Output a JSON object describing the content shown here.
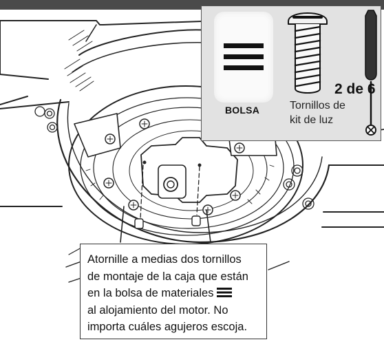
{
  "parts_panel": {
    "bag_label": "BOLSA",
    "count": "2 de 6",
    "screw_name": "Tornillos de\nkit de luz"
  },
  "instruction": {
    "line_1": "Atornille a medias dos tornillos",
    "line_2": "de montaje de la caja que están",
    "line_3": "en la bolsa de materiales",
    "line_4": "al alojamiento del motor. No",
    "line_5": "importa cuáles agujeros escoja."
  },
  "icons": {
    "bag": "hardware-bag-icon",
    "screw": "screw-icon",
    "screwdriver": "phillips-screwdriver-icon"
  }
}
